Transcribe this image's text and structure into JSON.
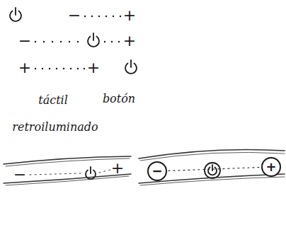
{
  "diagram": {
    "nodes": [
      {
        "text": [
          "−"
        ]
      },
      {
        "text": [
          "+"
        ]
      }
    ],
    "edges": [
      {
        "from": 0,
        "to": 1,
        "arrow": "none"
      }
    ],
    "labels": [
      "−",
      "+",
      "−",
      "+",
      "+",
      "+",
      "táctil",
      "botón",
      "retroiluminado",
      "−",
      "+"
    ]
  }
}
